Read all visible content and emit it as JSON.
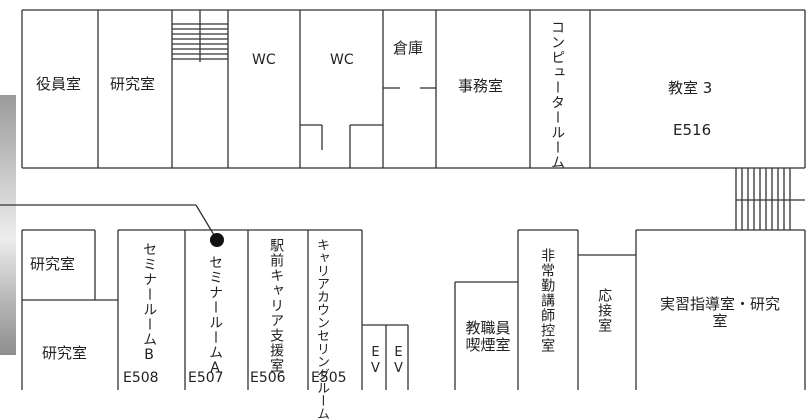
{
  "rooms": {
    "yakuin": "役員室",
    "kenkyu_top": "研究室",
    "wc1": "WC",
    "wc2": "WC",
    "souko": "倉庫",
    "jimu": "事務室",
    "computer": "コンピュータールーム",
    "kyoshitsu3": "教室 3",
    "e516": "E516",
    "kenkyu_mid": "研究室",
    "kenkyu_bottom": "研究室",
    "seminar_b": "セミナールームB",
    "seminar_a": "セミナールームA",
    "ekimae": "駅前キャリア支援室",
    "career": "キャリアカウンセリングルーム",
    "ev1": "EV",
    "ev2": "EV",
    "smoking": "教職員喫煙室",
    "hijokin": "非常勤講師控室",
    "osetsu": "応接室",
    "jisshu": "実習指導室・研究室",
    "e508": "E508",
    "e507": "E507",
    "e506": "E506",
    "e505": "E505"
  },
  "icons": {
    "marker": "current-location-marker"
  }
}
